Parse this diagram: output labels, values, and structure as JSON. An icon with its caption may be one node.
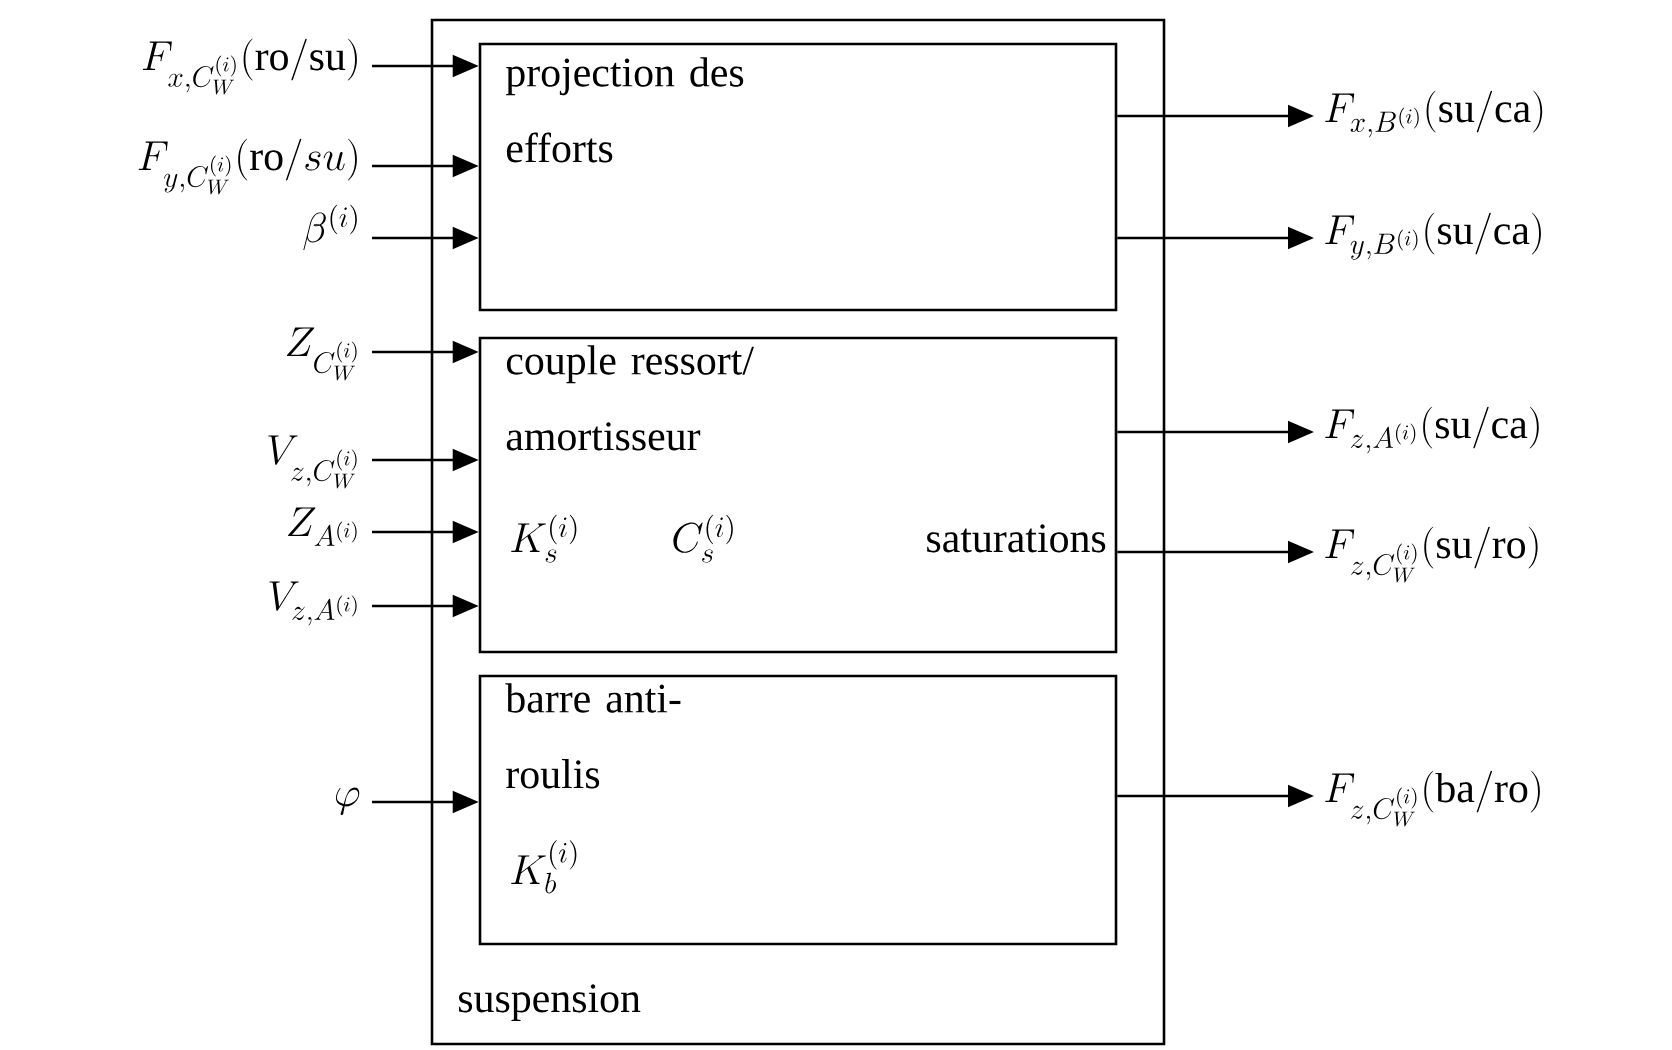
{
  "diagram": {
    "nodes": [
      {
        "text": [
          "suspension"
        ]
      },
      {
        "text": [
          "projection des efforts"
        ],
        "in": 0
      },
      {
        "text": [
          "couple ressort/ amortisseur",
          "K_s^{(i)}",
          "C_s^{(i)}",
          "saturations"
        ],
        "in": 0
      },
      {
        "text": [
          "barre anti-roulis",
          "K_b^{(i)}"
        ],
        "in": 0
      },
      {
        "text": [
          "F_{x,C_W^{(i)}}(\\mathrm{ro/su})"
        ]
      },
      {
        "text": [
          "F_{y,C_W^{(i)}}(\\mathrm{ro}/su)"
        ]
      },
      {
        "text": [
          "\\beta^{(i)}"
        ]
      },
      {
        "text": [
          "Z_{C_W^{(i)}}"
        ]
      },
      {
        "text": [
          "V_{z,C_W^{(i)}}"
        ]
      },
      {
        "text": [
          "Z_{A^{(i)}}"
        ]
      },
      {
        "text": [
          "V_{z,A^{(i)}}"
        ]
      },
      {
        "text": [
          "\\varphi"
        ]
      },
      {
        "text": [
          "F_{x,B^{(i)}}(\\mathrm{su/ca})"
        ]
      },
      {
        "text": [
          "F_{y,B^{(i)}}(\\mathrm{su/ca})"
        ]
      },
      {
        "text": [
          "F_{z,A^{(i)}}(\\mathrm{su/ca})"
        ]
      },
      {
        "text": [
          "F_{z,C_W^{(i)}}(\\mathrm{su/ro})"
        ]
      },
      {
        "text": [
          "F_{z,C_W^{(i)}}(\\mathrm{ba/ro})"
        ]
      }
    ],
    "edges": [
      {
        "from": 4,
        "to": 1,
        "arrow": "to"
      },
      {
        "from": 5,
        "to": 1,
        "arrow": "to"
      },
      {
        "from": 6,
        "to": 1,
        "arrow": "to"
      },
      {
        "from": 7,
        "to": 2,
        "arrow": "to"
      },
      {
        "from": 8,
        "to": 2,
        "arrow": "to"
      },
      {
        "from": 9,
        "to": 2,
        "arrow": "to"
      },
      {
        "from": 10,
        "to": 2,
        "arrow": "to"
      },
      {
        "from": 11,
        "to": 3,
        "arrow": "to"
      },
      {
        "from": 1,
        "to": 12,
        "arrow": "to"
      },
      {
        "from": 1,
        "to": 13,
        "arrow": "to"
      },
      {
        "from": 2,
        "to": 14,
        "arrow": "to"
      },
      {
        "from": 2,
        "to": 15,
        "arrow": "to"
      },
      {
        "from": 3,
        "to": 16,
        "arrow": "to"
      }
    ]
  }
}
